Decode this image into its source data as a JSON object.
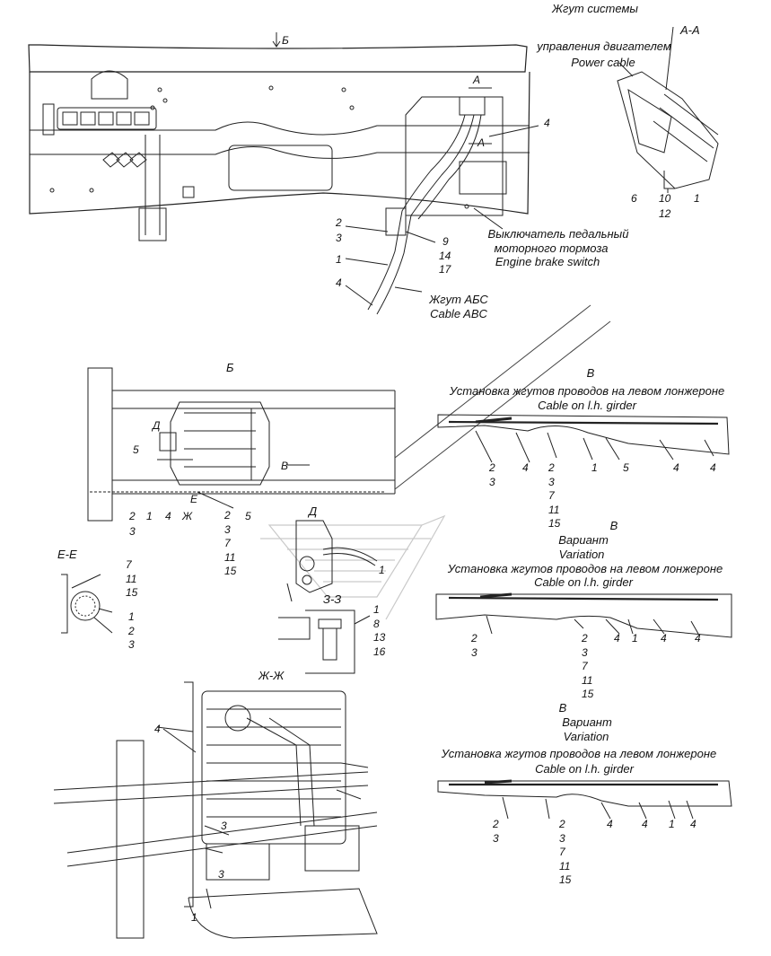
{
  "view_aa": {
    "section_title": "А-А",
    "caption_ru_1": "Жгут системы",
    "caption_ru_2": "управления двигателем",
    "caption_en": "Power cable",
    "callouts": {
      "c6": "6",
      "c10": "10",
      "c12": "12",
      "c1": "1"
    }
  },
  "top_view": {
    "view_marker_b": "Б",
    "marker_a_top": "А",
    "marker_a_bottom": "А",
    "callout_4": "4",
    "callout_2": "2",
    "callout_3": "3",
    "callout_9": "9",
    "callout_14": "14",
    "callout_17": "17",
    "callout_1": "1",
    "callout_4b": "4",
    "switch_ru_1": "Выключатель педальный",
    "switch_ru_2": "моторного тормоза",
    "switch_en": "Engine brake switch",
    "abs_ru": "Жгут АБС",
    "abs_en": "Cable ABC"
  },
  "view_b": {
    "title": "Б",
    "marker_d": "Д",
    "marker_v": "В",
    "marker_e": "Е",
    "marker_zh": "Ж",
    "c5a": "5",
    "c5b": "5",
    "c2": "2",
    "c3": "3",
    "c1": "1",
    "c4": "4",
    "group_right": [
      "2",
      "3",
      "7",
      "11",
      "15"
    ]
  },
  "view_ee": {
    "title": "Е-Е",
    "group_top": [
      "7",
      "11",
      "15"
    ],
    "group_bottom": [
      "1",
      "2",
      "3"
    ]
  },
  "view_d": {
    "title": "Д",
    "callout_1": "1"
  },
  "view_zz": {
    "title": "З-З",
    "group": [
      "1",
      "8",
      "13",
      "16"
    ]
  },
  "view_v1": {
    "letter": "В",
    "title_ru": "Установка жгутов проводов на левом лонжероне",
    "title_en": "Cable on l.h. girder",
    "left_group": [
      "2",
      "3"
    ],
    "mid_4": "4",
    "right_group": [
      "2",
      "3",
      "7",
      "11",
      "15"
    ],
    "c1": "1",
    "c5": "5",
    "c4a": "4",
    "c4b": "4"
  },
  "view_v2": {
    "letter": "В",
    "variant_ru": "Вариант",
    "variant_en": "Variation",
    "title_ru": "Установка жгутов проводов на левом лонжероне",
    "title_en": "Cable on l.h. girder",
    "left_group": [
      "2",
      "3"
    ],
    "mid_group": [
      "2",
      "3",
      "7",
      "11",
      "15"
    ],
    "c4a": "4",
    "c1": "1",
    "c4b": "4",
    "c4c": "4"
  },
  "view_v3": {
    "letter": "В",
    "variant_ru": "Вариант",
    "variant_en": "Variation",
    "title_ru": "Установка жгутов проводов на левом лонжероне",
    "title_en": "Cable on l.h. girder",
    "left_group": [
      "2",
      "3"
    ],
    "mid_group": [
      "2",
      "3",
      "7",
      "11",
      "15"
    ],
    "c4a": "4",
    "c4b": "4",
    "c1": "1",
    "c4c": "4"
  },
  "view_zhzh": {
    "title": "Ж-Ж",
    "c4": "4",
    "c3a": "3",
    "c3b": "3",
    "c1": "1"
  }
}
